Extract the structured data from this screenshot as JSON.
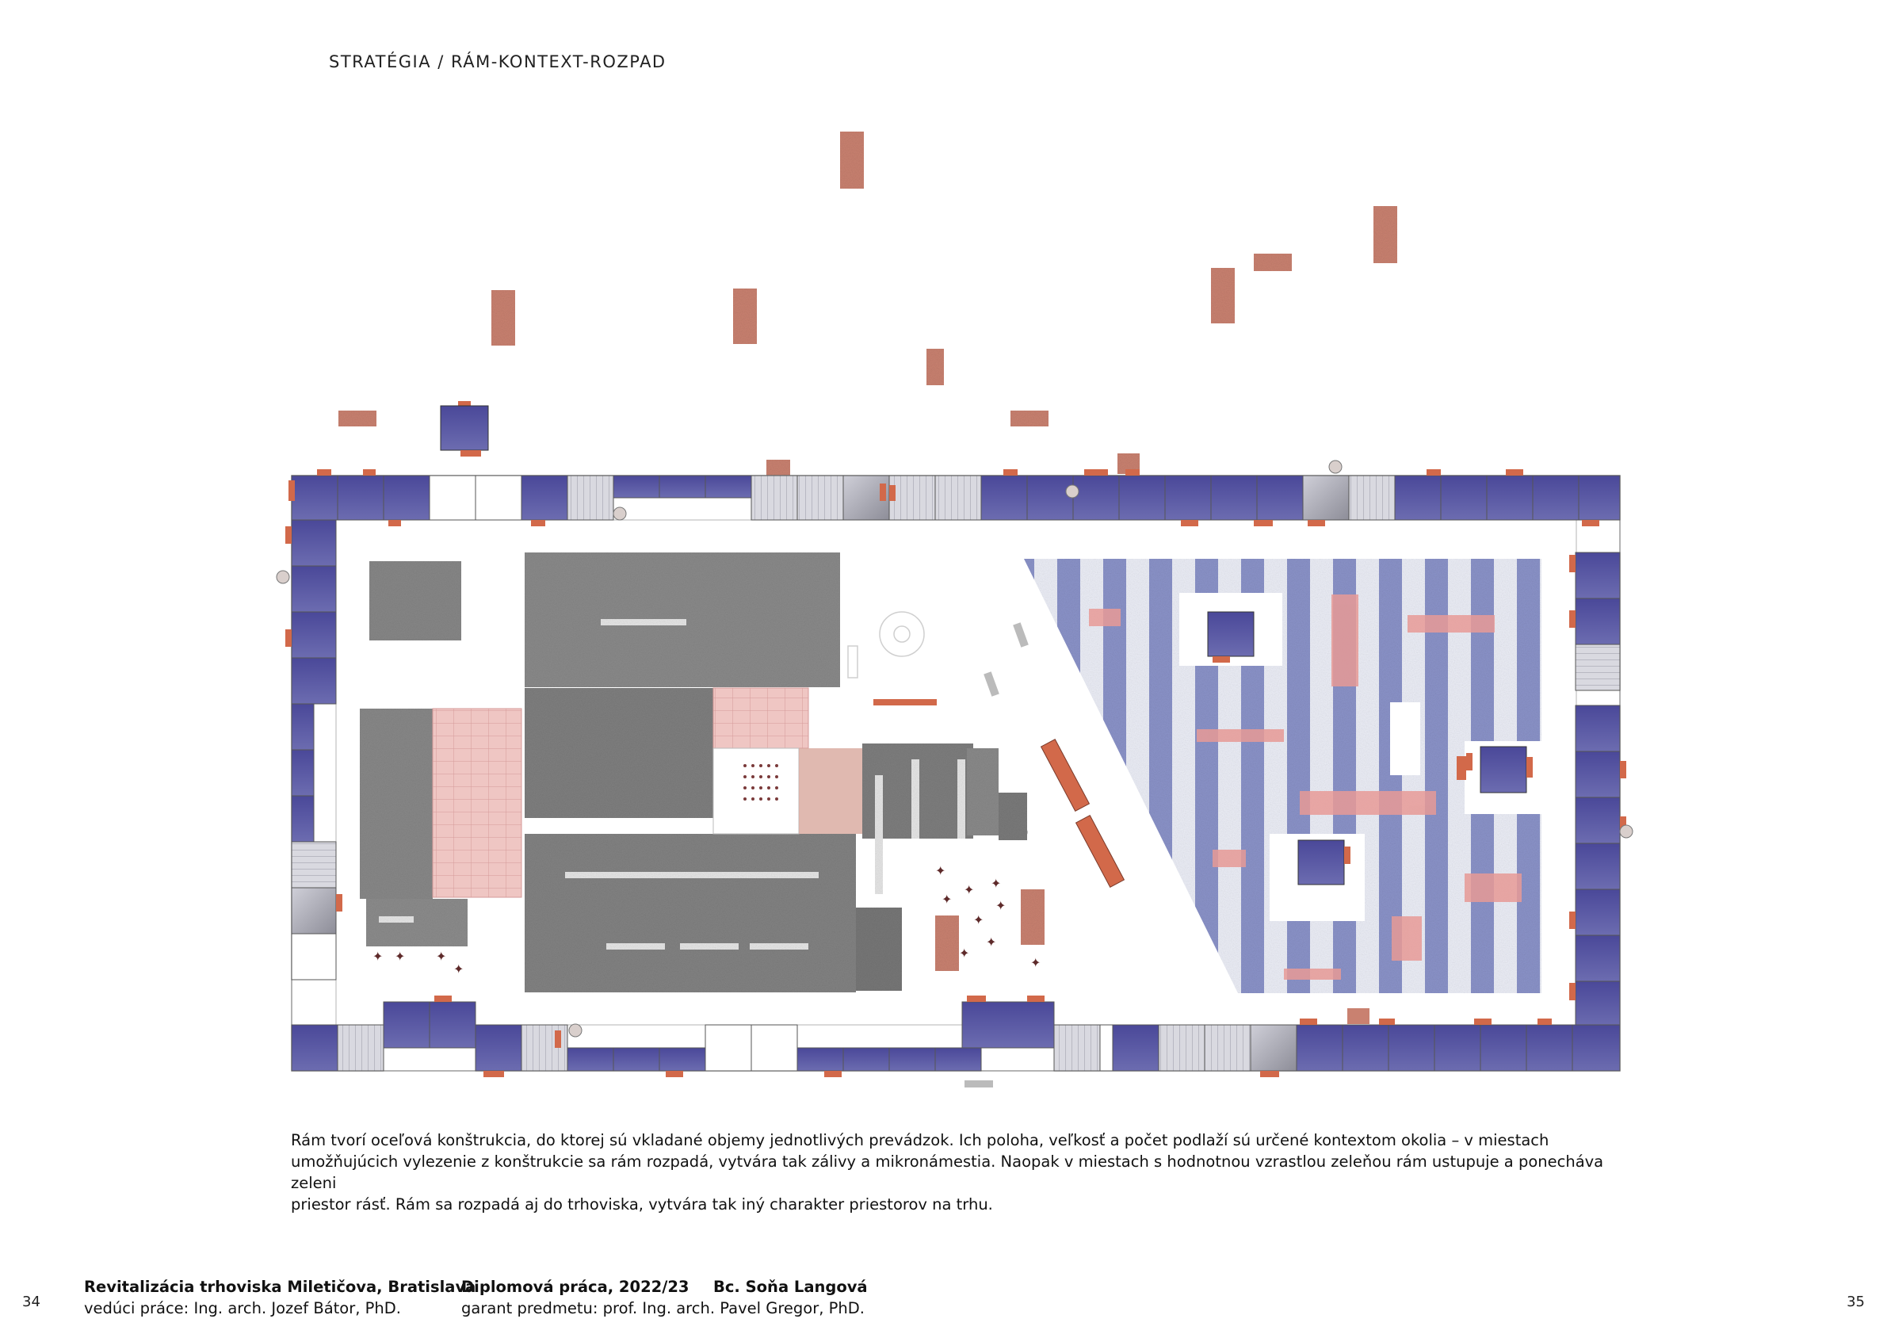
{
  "header": {
    "section_title": "STRATÉGIA / RÁM-KONTEXT-ROZPAD"
  },
  "description": {
    "lines": [
      "Rám tvorí oceľová konštrukcia, do ktorej sú vkladané objemy jednotlivých prevádzok. Ich poloha, veľkosť a počet podlaží sú určené kontextom okolia – v miestach",
      "umožňujúcich vylezenie z konštrukcie sa rám rozpadá, vytvára tak zálivy a mikronámestia. Naopak v miestach s hodnotnou vzrastlou zeleňou rám ustupuje a ponecháva zeleni",
      "priestor rásť. Rám sa rozpadá aj do trhoviska, vytvára tak iný charakter priestorov na trhu."
    ]
  },
  "footer": {
    "page_left": "34",
    "page_right": "35",
    "project_title": "Revitalizácia trhoviska Miletičova, Bratislava",
    "supervisor": "vedúci práce: Ing. arch. Jozef Bátor, PhD.",
    "thesis_type": "Diplomová práca, 2022/23",
    "guarantor": "garant predmetu: prof. Ing. arch. Pavel Gregor, PhD.",
    "author": "Bc. Soňa Langová"
  },
  "colors": {
    "frame_blue": "#4b4a9c",
    "brick_orange": "#d2694a",
    "terracotta": "#c98170",
    "building_gray": "#8a8a8a",
    "market_stripe_blue": "#8e96cc",
    "pink_roof": "#e9b7b4"
  }
}
